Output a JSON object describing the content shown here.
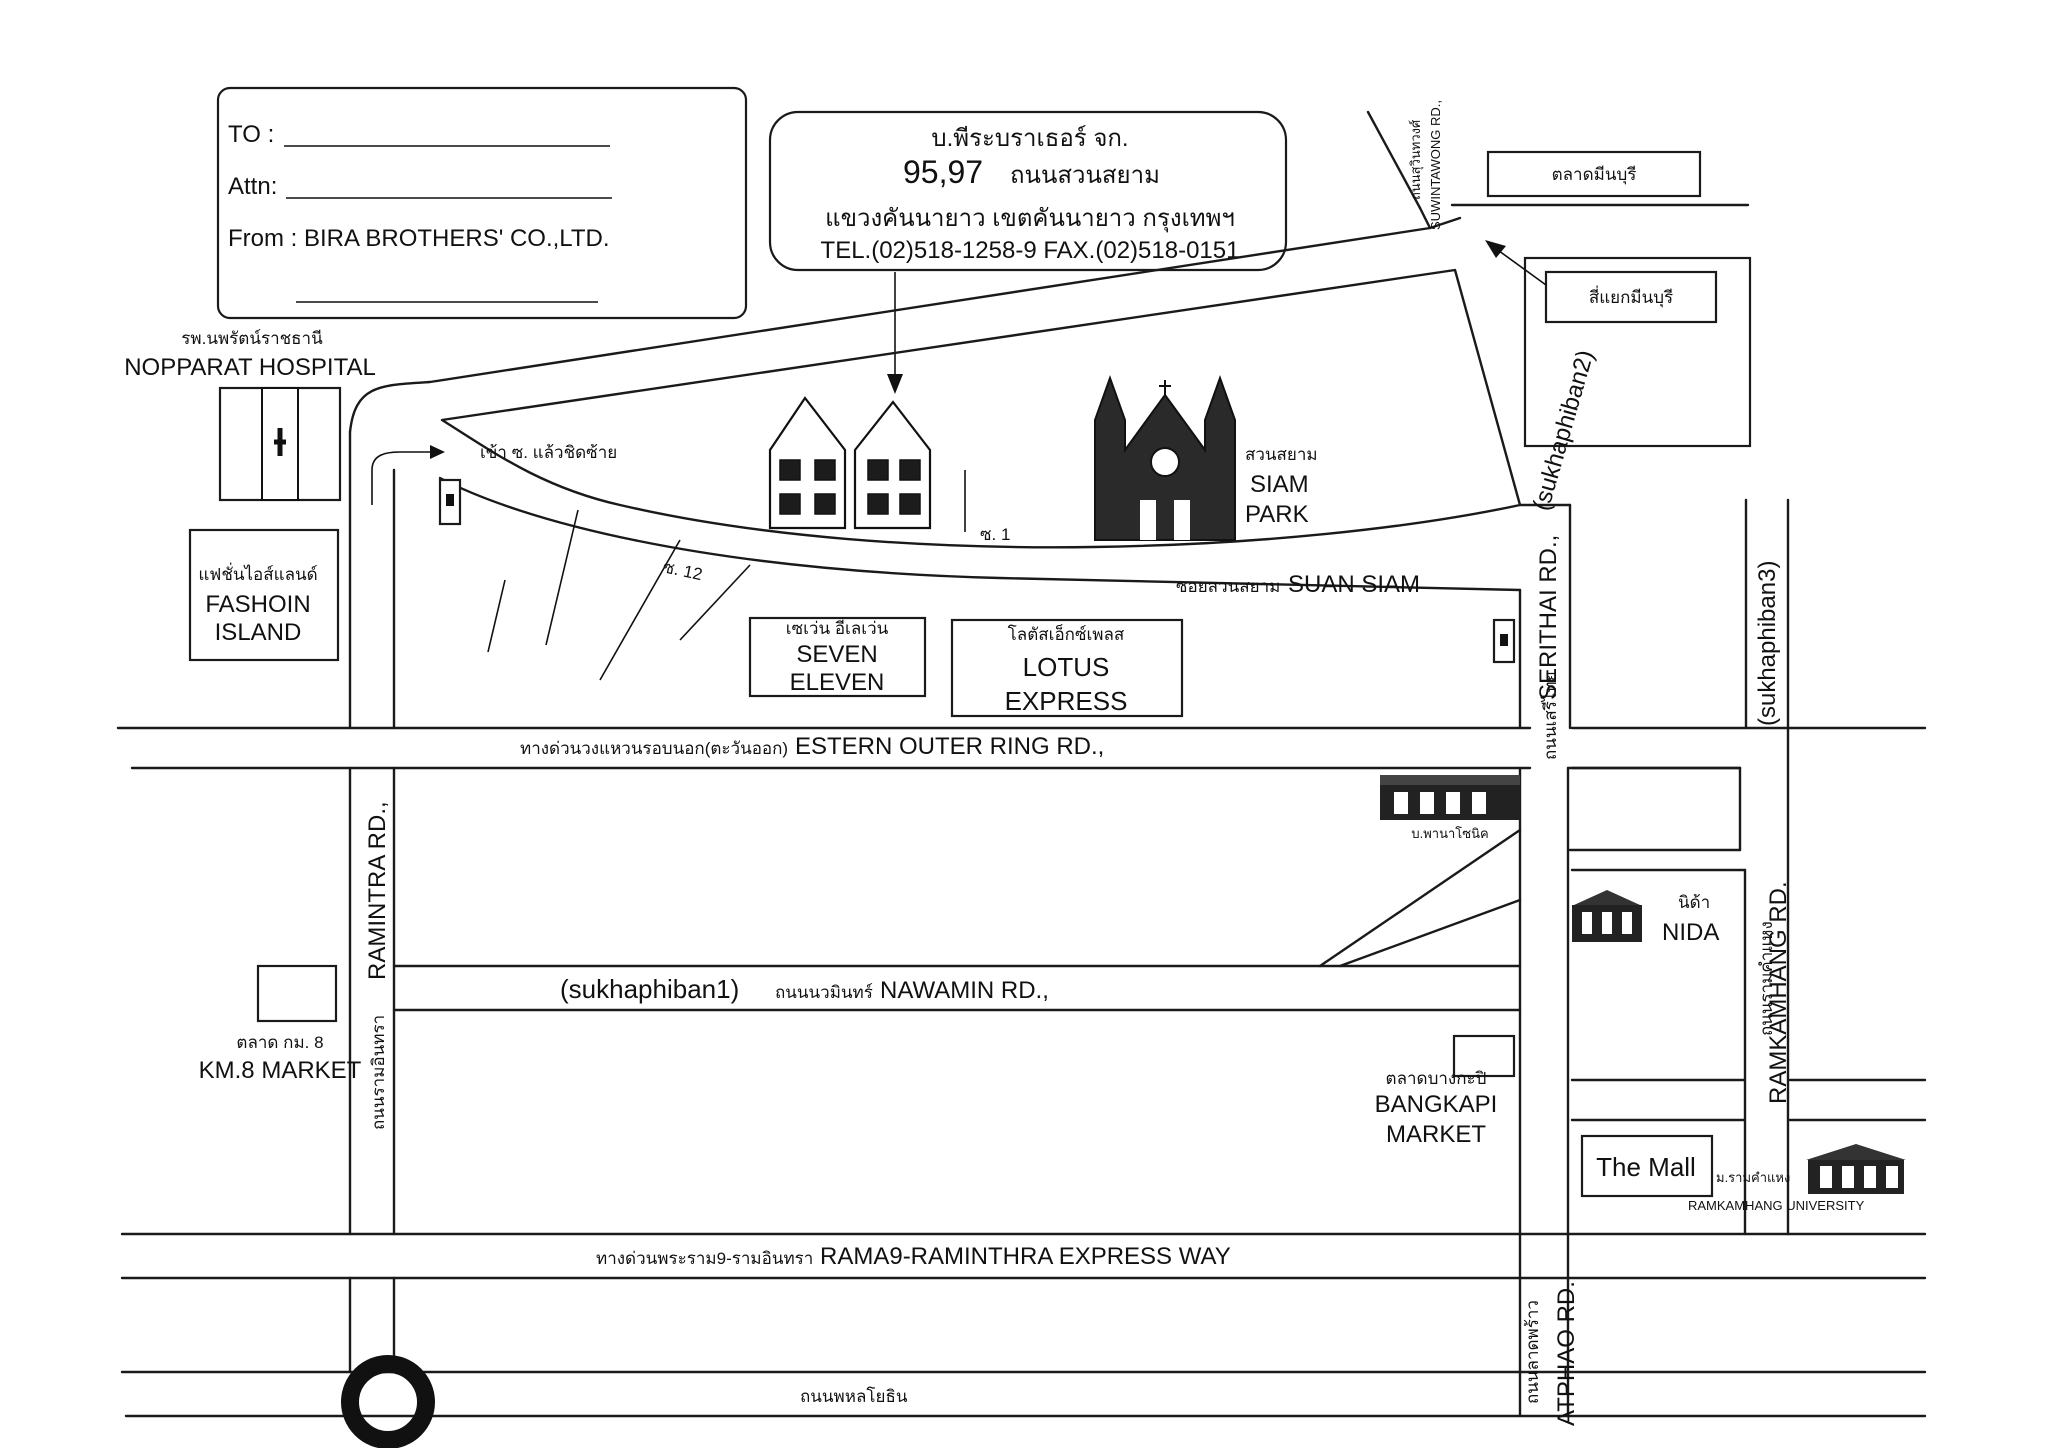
{
  "header_form": {
    "to_label": "TO :",
    "attn_label": "Attn:",
    "from_label": "From :",
    "from_value": "BIRA BROTHERS' CO.,LTD."
  },
  "company": {
    "name_th": "บ.พีระบราเธอร์ จก.",
    "number": "95,97",
    "street_th": "ถนนสวนสยาม",
    "district_th": "แขวงคันนายาว เขตคันนายาว กรุงเทพฯ",
    "contact": "TEL.(02)518-1258-9  FAX.(02)518-0151"
  },
  "landmarks": {
    "hospital_th": "รพ.นพรัตน์ราชธานี",
    "hospital_en": "NOPPARAT  HOSPITAL",
    "fashion_th": "แฟชั่นไอส์แลนด์",
    "fashion_en_1": "FASHOIN",
    "fashion_en_2": "ISLAND",
    "turn_note_th": "เข้า ซ. แล้วชิดซ้าย",
    "soi1": "ซ. 1",
    "soi_angled": "ซ. 12",
    "siam_park_th": "สวนสยาม",
    "siam_park_1": "SIAM",
    "siam_park_2": "PARK",
    "seven_th": "เซเว่น อีเลเว่น",
    "seven_1": "SEVEN",
    "seven_2": "ELEVEN",
    "lotus_th": "โลตัสเอ็กซ์เพลส",
    "lotus_1": "LOTUS",
    "lotus_2": "EXPRESS",
    "minburi_market_th": "ตลาดมีนบุรี",
    "minburi_junction_th": "สี่แยกมีนบุรี",
    "panasonic_th": "บ.พานาโซนิค",
    "nida_th": "นิด้า",
    "nida_en": "NIDA",
    "km8_th": "ตลาด กม. 8",
    "km8_en": "KM.8 MARKET",
    "bangkapi_th": "ตลาดบางกะปิ",
    "bangkapi_1": "BANGKAPI",
    "bangkapi_2": "MARKET",
    "the_mall": "The Mall",
    "ramkhamhaeng_uni_th": "ม.รามคำแหง",
    "ramkhamhaeng_uni_en": "RAMKAMHANG  UNIVERSITY"
  },
  "roads": {
    "suwintawong_th": "ถนนสุวินทวงศ์",
    "suwintawong_en": "SUWINTAWONG RD.,",
    "sukhaphiban2": "(sukhaphiban2)",
    "suan_siam_th": "ซอยสวนสยาม",
    "suan_siam_en": "SUAN  SIAM",
    "serithai_th": "ถนนเสรีไทย",
    "serithai_en": "SERITHAI RD.,",
    "sukhaphiban3": "(sukhaphiban3)",
    "outer_ring_th": "ทางด่วนวงแหวนรอบนอก(ตะวันออก)",
    "outer_ring_en": "ESTERN  OUTER  RING  RD.,",
    "ramintra_th": "ถนนรามอินทรา",
    "ramintra_en": "RAMINTRA  RD.,",
    "sukhaphiban1": "(sukhaphiban1)",
    "nawamin_th": "ถนนนวมินทร์",
    "nawamin_en": "NAWAMIN  RD.,",
    "ramkamhang_th": "ถนนรามคำแหง",
    "ramkamhang_en": "RAMKAMHANG  RD.",
    "expressway_th": "ทางด่วนพระราม9-รามอินทรา",
    "expressway_en": "RAMA9-RAMINTHRA  EXPRESS  WAY",
    "phahon_th": "ถนนพหลโยธิน",
    "latphrao_th": "ถนนลาดพร้าว",
    "latphrao_en": "ATPHAO  RD."
  }
}
